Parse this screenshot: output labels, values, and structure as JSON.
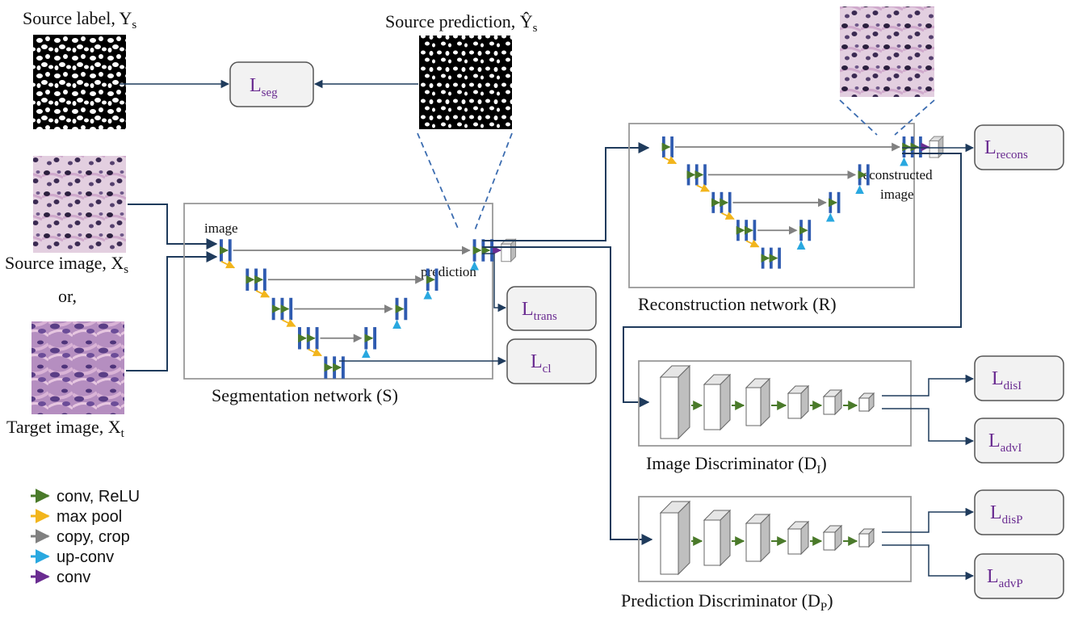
{
  "labels": {
    "source_label": "Source label, Y",
    "source_label_sub": "s",
    "source_prediction": "Source prediction, Ŷ",
    "source_prediction_sub": "s",
    "source_image": "Source image, X",
    "source_image_sub": "s",
    "or": "or,",
    "target_image": "Target image, X",
    "target_image_sub": "t",
    "image": "image",
    "prediction": "prediction",
    "reconstructed_1": "reconstructed",
    "reconstructed_2": "image",
    "seg_net": "Segmentation network (S)",
    "recon_net": "Reconstruction network (R)",
    "img_disc": "Image Discriminator (D",
    "img_disc_sub": "I",
    "img_disc_end": ")",
    "pred_disc": "Prediction Discriminator (D",
    "pred_disc_sub": "P",
    "pred_disc_end": ")"
  },
  "losses": {
    "seg": {
      "main": "L",
      "sub": "seg"
    },
    "trans": {
      "main": "L",
      "sub": "trans"
    },
    "cl": {
      "main": "L",
      "sub": "cl"
    },
    "recons": {
      "main": "L",
      "sub": "recons"
    },
    "disI": {
      "main": "L",
      "sub": "disI"
    },
    "advI": {
      "main": "L",
      "sub": "advI"
    },
    "disP": {
      "main": "L",
      "sub": "disP"
    },
    "advP": {
      "main": "L",
      "sub": "advP"
    }
  },
  "legend": [
    {
      "label": "conv, ReLU",
      "color": "#4a7a2a"
    },
    {
      "label": "max pool",
      "color": "#f2b51c"
    },
    {
      "label": "copy, crop",
      "color": "#808080"
    },
    {
      "label": "up-conv",
      "color": "#29a8e0"
    },
    {
      "label": "conv",
      "color": "#6a2c91"
    }
  ],
  "colors": {
    "line": "#1f3b5c",
    "block": "#2f5bb0",
    "loss_text": "#6a2c91",
    "box_stroke": "#999999",
    "loss_fill": "#f2f2f2"
  }
}
